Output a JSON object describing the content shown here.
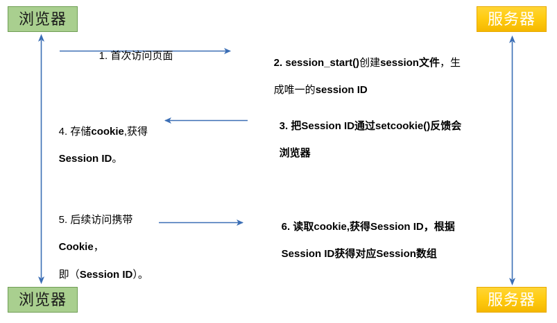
{
  "diagram": {
    "title_hidden": "",
    "actors": {
      "browser_top": {
        "label": "浏览器",
        "color": "#a9cf8f"
      },
      "server_top": {
        "label": "服务器",
        "color": "#ffcc12"
      },
      "browser_bottom": {
        "label": "浏览器",
        "color": "#a9cf8f"
      },
      "server_bottom": {
        "label": "服务器",
        "color": "#ffcc12"
      }
    },
    "lifelines": {
      "browser_lifeline_label": "browser-lifeline",
      "server_lifeline_label": "server-lifeline",
      "color": "#3b6eb5"
    },
    "messages": [
      {
        "id": "step1",
        "number": "1.",
        "text": "1. 首次访问页面",
        "direction": "browser-to-server",
        "arrow_color": "#3b6eb5"
      },
      {
        "id": "step2",
        "number": "2.",
        "text": "2. session_start()创建session文件，生成唯一的session ID",
        "side": "server"
      },
      {
        "id": "step3",
        "number": "3.",
        "text": "3. 把Session ID通过setcookie()反馈会浏览器",
        "side": "server",
        "direction": "server-to-browser",
        "arrow_color": "#3b6eb5"
      },
      {
        "id": "step4",
        "number": "4.",
        "text": "4. 存储cookie,获得Session ID。",
        "side": "browser"
      },
      {
        "id": "step5",
        "number": "5.",
        "text": "5. 后续访问携带Cookie，即（Session ID）。",
        "side": "browser",
        "direction": "browser-to-server",
        "arrow_color": "#3b6eb5"
      },
      {
        "id": "step6",
        "number": "6.",
        "text": "6. 读取cookie,获得Session ID，根据Session ID获得对应Session数组",
        "side": "server"
      }
    ],
    "step1_label": "1. 首次访问页面",
    "step2_l1_a": "2. session_start()",
    "step2_l1_b": "创建",
    "step2_l1_c": "session文件",
    "step2_l1_d": "，生",
    "step2_l2_a": "成唯一的",
    "step2_l2_b": "session ID",
    "step3_l1": "3. 把Session ID通过setcookie()反馈会",
    "step3_l2": "浏览器",
    "step4_l1_a": "4. 存储",
    "step4_l1_b": "cookie",
    "step4_l1_c": ",获得",
    "step4_l2_a": "Session ID",
    "step4_l2_b": "。",
    "step5_l1": "5. 后续访问携带",
    "step5_l2_a": "Cookie",
    "step5_l2_b": "，",
    "step5_l3_a": "即（",
    "step5_l3_b": "Session ID",
    "step5_l3_c": "）。",
    "step6_l1": "6. 读取cookie,获得Session ID，根据",
    "step6_l2": "Session ID获得对应Session数组"
  }
}
